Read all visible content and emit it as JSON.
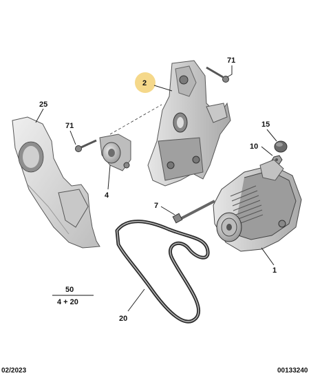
{
  "callouts": {
    "c71a": "71",
    "c2": "2",
    "c25": "25",
    "c71b": "71",
    "c15": "15",
    "c10": "10",
    "c4": "4",
    "c7": "7",
    "c1": "1",
    "c20": "20"
  },
  "ratio": {
    "top": "50",
    "bottom": "4 + 20"
  },
  "footer": {
    "date": "02/2023",
    "ref": "00133240"
  },
  "colors": {
    "highlight": "#f5d88a",
    "part_fill": "#d9d9d9",
    "part_dark": "#9a9a9a",
    "belt": "#2b2b2b"
  }
}
